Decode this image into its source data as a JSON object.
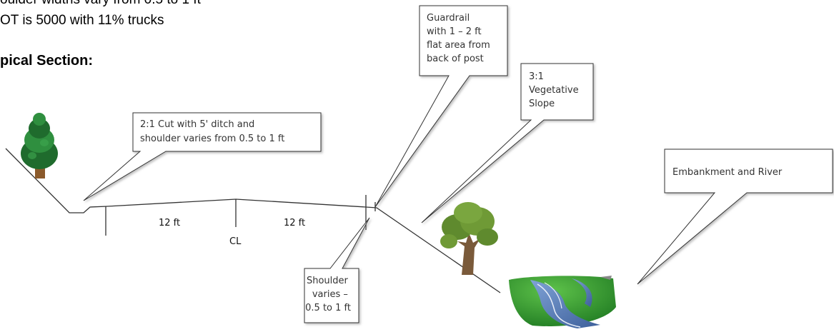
{
  "header": {
    "line1": "oulder widths vary from 0.5 to 1 ft",
    "line2": "OT is 5000 with 11% trucks",
    "section_title": "pical Section:"
  },
  "callouts": {
    "cut": [
      "2:1 Cut with 5' ditch and",
      "shoulder varies from 0.5 to 1 ft"
    ],
    "guardrail": [
      "Guardrail",
      "with 1 – 2 ft",
      "flat area from",
      "back of post"
    ],
    "slope": [
      "3:1",
      "Vegetative",
      "Slope"
    ],
    "embankment": [
      "Embankment and River"
    ],
    "shoulder": [
      "Shoulder",
      "varies –",
      "0.5 to 1 ft"
    ]
  },
  "dimensions": {
    "lane_left": "12 ft",
    "lane_right": "12 ft",
    "centerline": "CL"
  },
  "colors": {
    "line": "#333333",
    "callout_fill": "#ffffff",
    "callout_stroke": "#333333",
    "pine_dark": "#1f6b2d",
    "pine_light": "#2f8f3f",
    "trunk": "#8b5a2b",
    "oak_leaf": "#5f8a2e",
    "river": "#5b7fb6",
    "bank": "#3d9a2f"
  }
}
